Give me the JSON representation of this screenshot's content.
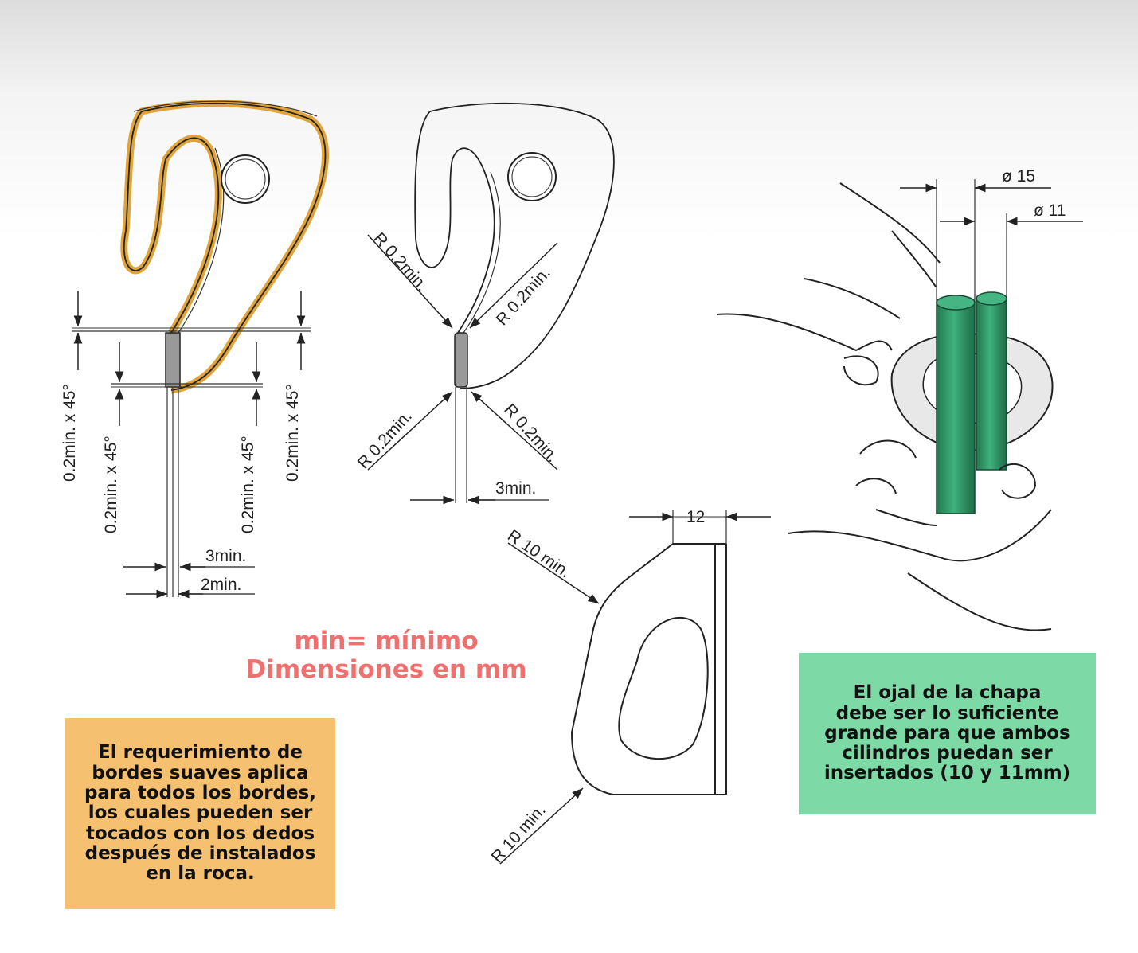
{
  "labels": {
    "left_outer_chamfer": "0.2min. x 45°",
    "left_inner_chamfer": "0.2min. x 45°",
    "right_inner_chamfer": "0.2min. x 45°",
    "right_outer_chamfer": "0.2min. x 45°",
    "left_3min": "3min.",
    "left_2min": "2min.",
    "mid_r_top_left": "R 0.2min.",
    "mid_r_top_right": "R 0.2min.",
    "mid_r_bottom_left": "R 0.2min.",
    "mid_r_bottom_right": "R 0.2min.",
    "mid_3min": "3min.",
    "width_12": "12",
    "r10_top": "R 10 min.",
    "r10_bottom": "R 10 min.",
    "dia_15": "ø 15",
    "dia_11": "ø 11"
  },
  "legend": {
    "line1": "min= mínimo",
    "line2": "Dimensiones en mm"
  },
  "notes": {
    "orange": "El requerimiento de\nbordes suaves aplica\npara todos los bordes,\nlos cuales pueden ser\ntocados con los dedos\ndespués de instalados\nen la roca.",
    "green": "El ojal de la chapa\ndebe ser lo suficiente\ngrande para que ambos\ncilindros puedan ser\ninsertados (10 y 11mm)"
  },
  "colors": {
    "highlight_edge": "#e0a43a",
    "orange_box": "#f5c070",
    "green_box": "#7dd9a5",
    "cylinders": "#2f9a6a",
    "legend_text": "#f07070"
  }
}
